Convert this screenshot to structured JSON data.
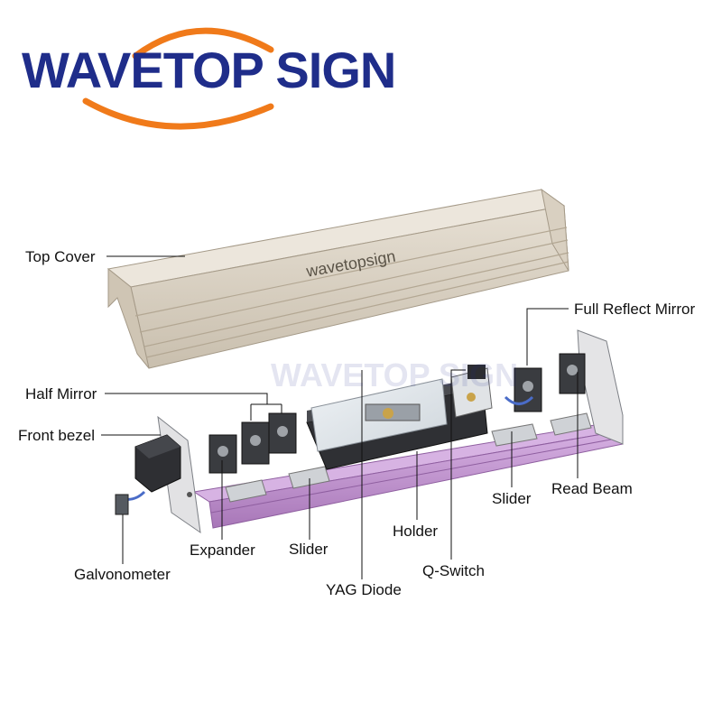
{
  "brand": {
    "logo_text": "WAVETOP SIGN",
    "watermark_text": "WAVETOP SIGN",
    "cover_stamp": "wavetopsign",
    "colors": {
      "primary": "#1f2d8a",
      "accent": "#f07a1a"
    }
  },
  "labels": {
    "top_cover": "Top Cover",
    "full_reflect_mirror": "Full Reflect Mirror",
    "half_mirror": "Half Mirror",
    "front_bezel": "Front bezel",
    "slider_right": "Slider",
    "read_beam": "Read Beam",
    "holder": "Holder",
    "expander": "Expander",
    "slider_left": "Slider",
    "q_switch": "Q-Switch",
    "galvonometer": "Galvonometer",
    "yag_diode": "YAG Diode"
  },
  "colors": {
    "rail": "#c99ad6",
    "rail_dark": "#a877b8",
    "cover": "#d8d0c2",
    "cover_dark": "#b8ad9c",
    "metal": "#8a8d92",
    "dark": "#2e2f33"
  }
}
